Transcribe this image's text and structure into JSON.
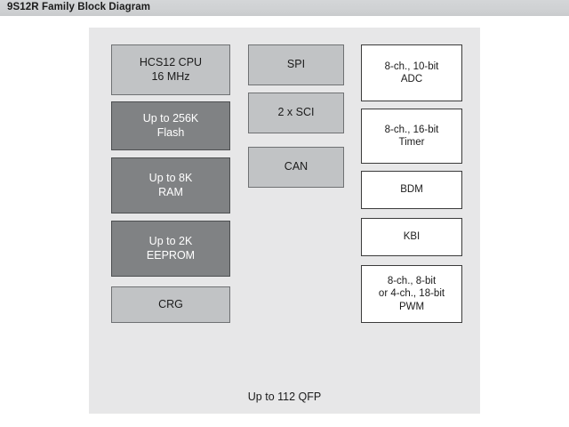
{
  "header": {
    "title": "9S12R Family Block Diagram"
  },
  "diagram": {
    "package_label": "Up to 112 QFP",
    "colors": {
      "panel_background": "#e7e7e8",
      "title_bar": "#cfd1d3",
      "block_light": "#c1c3c5",
      "block_dark": "#808284",
      "block_white": "#ffffff",
      "text_dark": "#1b1b1b",
      "text_light": "#ffffff"
    },
    "columns": [
      {
        "name": "core-memory-column",
        "blocks": [
          {
            "id": "cpu",
            "label": "HCS12 CPU\n16 MHz",
            "style": "light"
          },
          {
            "id": "flash",
            "label": "Up to 256K\nFlash",
            "style": "dark"
          },
          {
            "id": "ram",
            "label": "Up to 8K\nRAM",
            "style": "dark"
          },
          {
            "id": "eeprom",
            "label": "Up to 2K\nEEPROM",
            "style": "dark"
          },
          {
            "id": "crg",
            "label": "CRG",
            "style": "light"
          }
        ]
      },
      {
        "name": "communications-column",
        "blocks": [
          {
            "id": "spi",
            "label": "SPI",
            "style": "light"
          },
          {
            "id": "sci",
            "label": "2 x SCI",
            "style": "light"
          },
          {
            "id": "can",
            "label": "CAN",
            "style": "light"
          }
        ]
      },
      {
        "name": "peripherals-column",
        "blocks": [
          {
            "id": "adc",
            "label": "8-ch., 10-bit\nADC",
            "style": "white"
          },
          {
            "id": "timer",
            "label": "8-ch., 16-bit\nTimer",
            "style": "white"
          },
          {
            "id": "bdm",
            "label": "BDM",
            "style": "white"
          },
          {
            "id": "kbi",
            "label": "KBI",
            "style": "white"
          },
          {
            "id": "pwm",
            "label": "8-ch., 8-bit\nor 4-ch., 18-bit\nPWM",
            "style": "white"
          }
        ]
      }
    ]
  }
}
